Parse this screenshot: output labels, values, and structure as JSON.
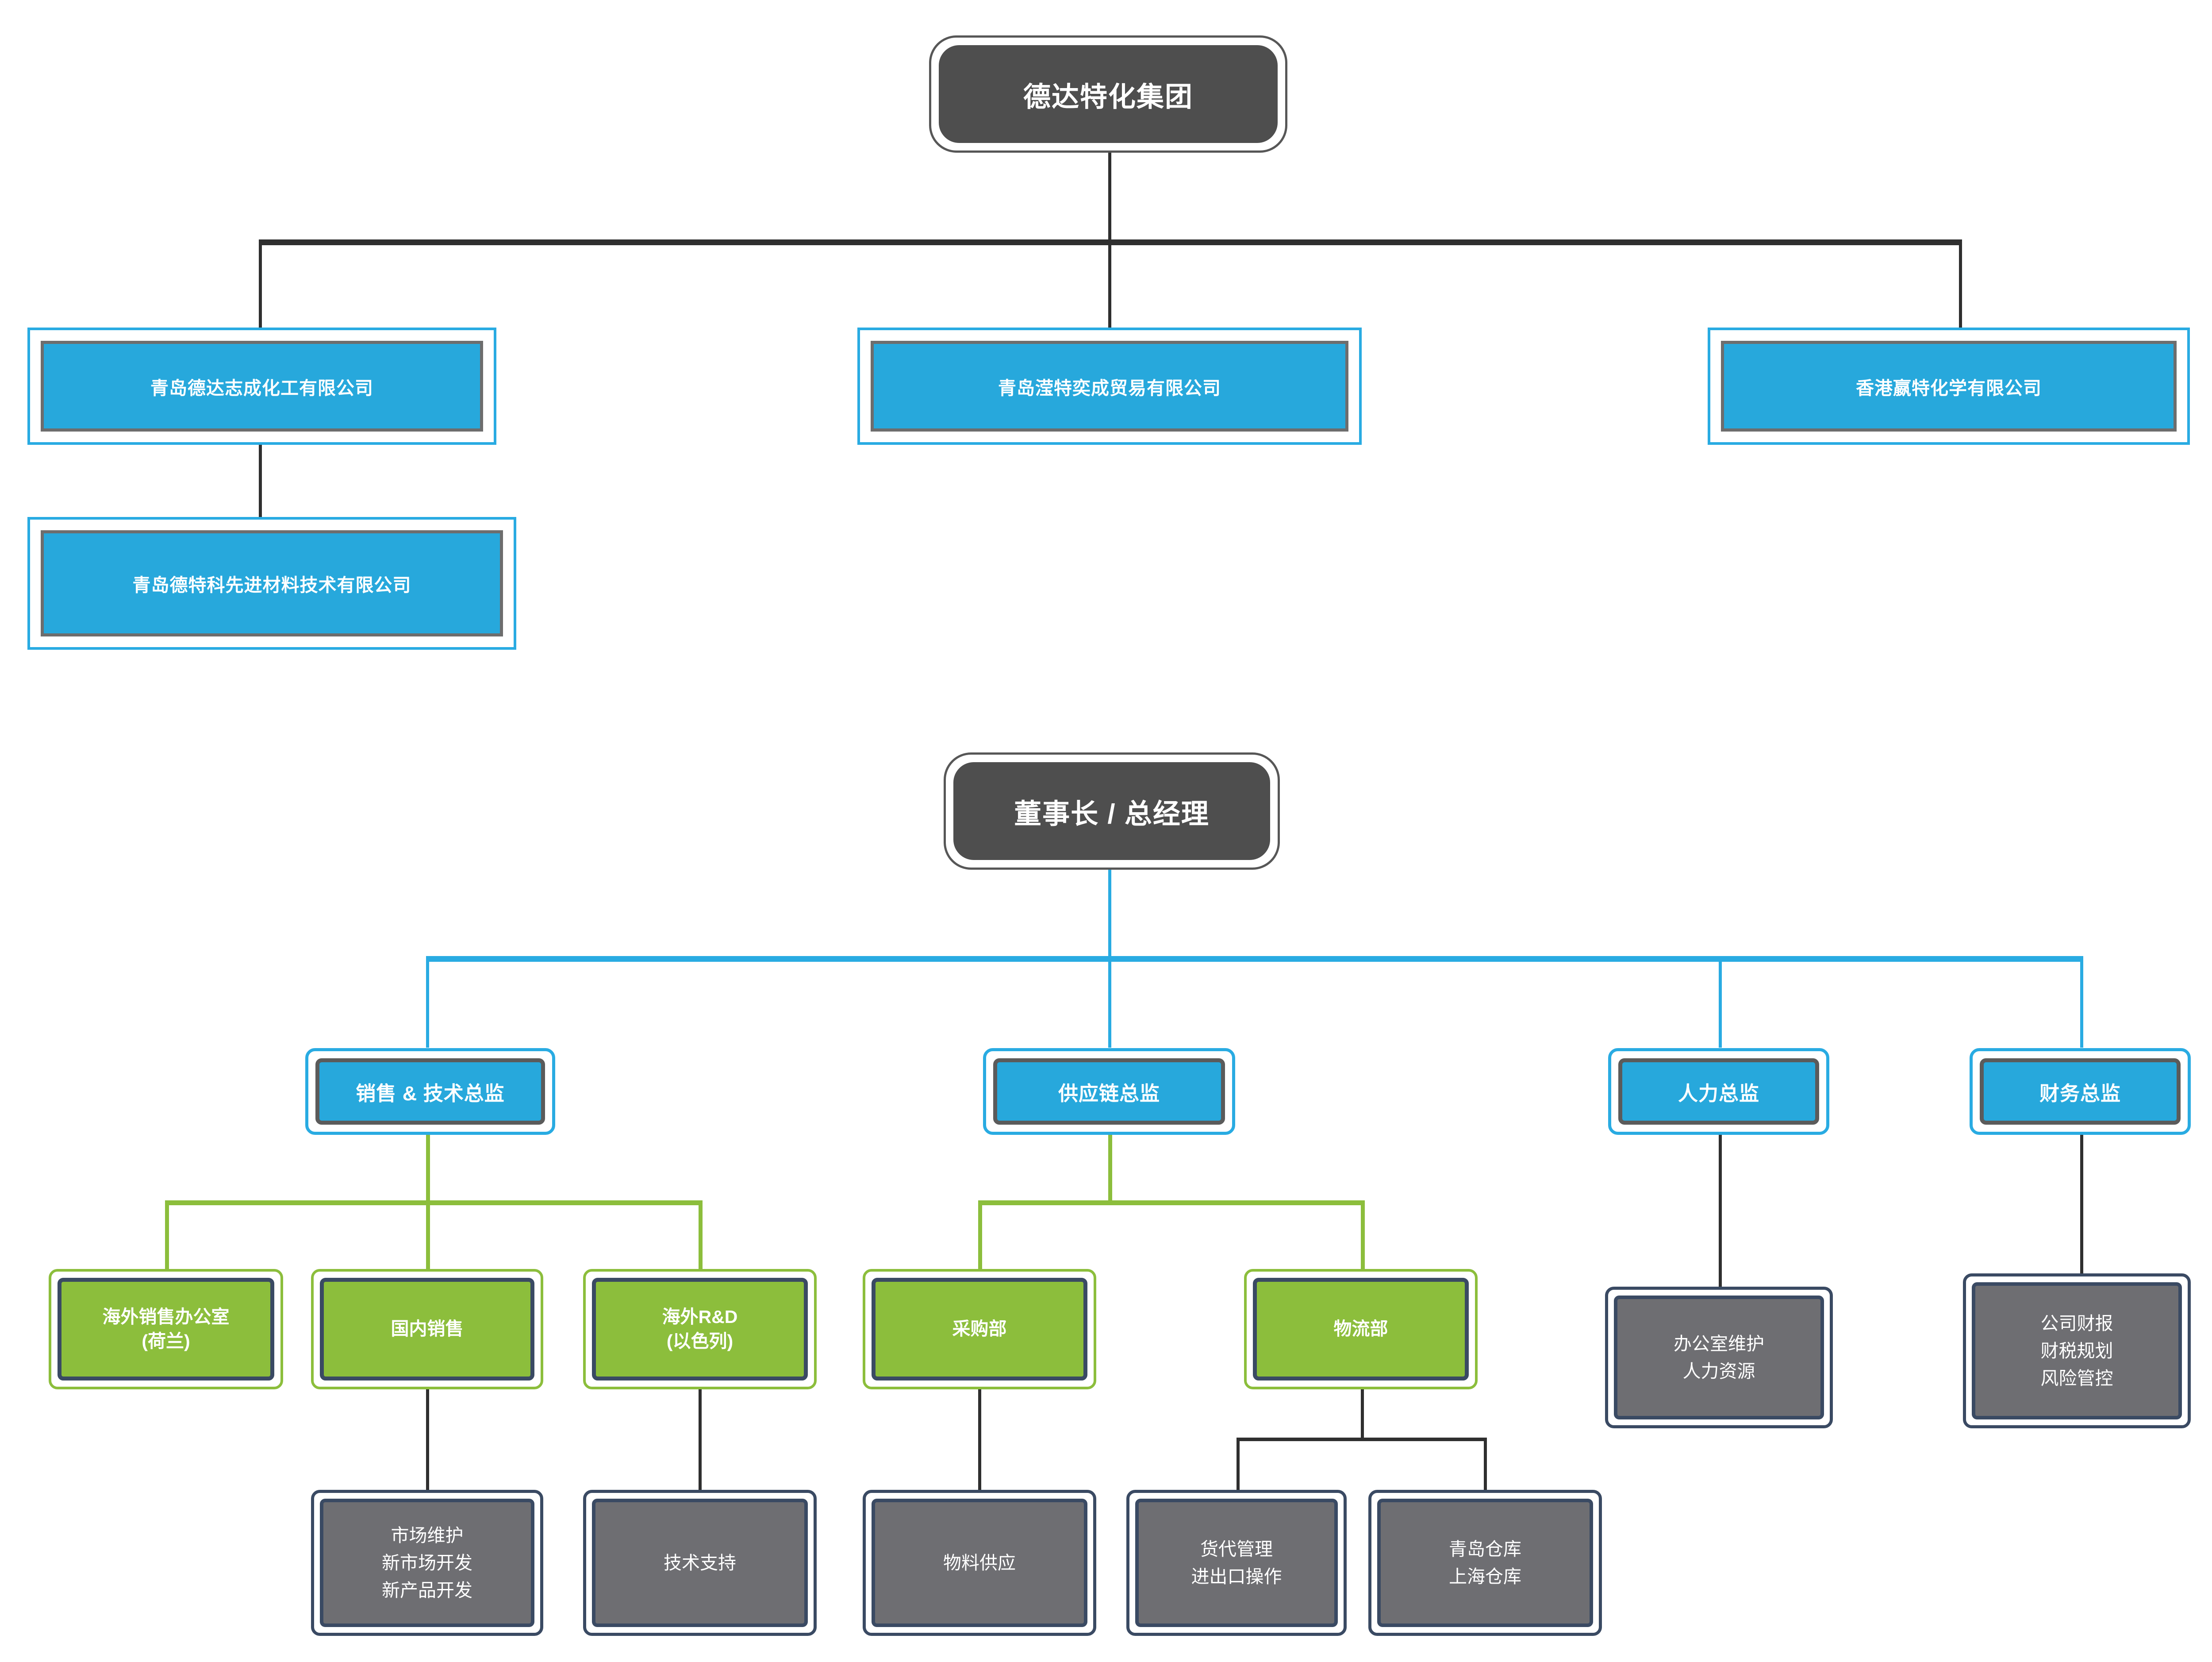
{
  "palette": {
    "blue": "#29ABE2",
    "blue_fill": "#27A8DC",
    "green": "#8CBE3C",
    "navy": "#3a4a63",
    "dark_gray": "#4e4e4e",
    "leaf_gray": "#6e6e72",
    "connector_dark": "#2f2f2f",
    "text_on_fill": "#ffffff"
  },
  "corporate_chart": {
    "root": {
      "label": "德达特化集团"
    },
    "subsidiaries": [
      {
        "label": "青岛德达志成化工有限公司"
      },
      {
        "label": "青岛滢特奕成贸易有限公司"
      },
      {
        "label": "香港嬴特化学有限公司"
      }
    ],
    "sub_subsidiary": {
      "label": "青岛德特科先进材料技术有限公司",
      "parent": "青岛德达志成化工有限公司"
    }
  },
  "management_chart": {
    "root": {
      "label": "董事长 / 总经理"
    },
    "directors": [
      {
        "label": "销售 & 技术总监"
      },
      {
        "label": "供应链总监"
      },
      {
        "label": "人力总监"
      },
      {
        "label": "财务总监"
      }
    ],
    "departments": [
      {
        "line1": "海外销售办公室",
        "line2": "(荷兰)"
      },
      {
        "line1": "国内销售",
        "line2": ""
      },
      {
        "line1": "海外R&D",
        "line2": "(以色列)"
      },
      {
        "line1": "采购部",
        "line2": ""
      },
      {
        "line1": "物流部",
        "line2": ""
      }
    ],
    "leaves": [
      {
        "lines": [
          "市场维护",
          "新市场开发",
          "新产品开发"
        ]
      },
      {
        "lines": [
          "技术支持"
        ]
      },
      {
        "lines": [
          "物料供应"
        ]
      },
      {
        "lines": [
          "货代管理",
          "进出口操作"
        ]
      },
      {
        "lines": [
          "青岛仓库",
          "上海仓库"
        ]
      },
      {
        "lines": [
          "办公室维护",
          "人力资源"
        ]
      },
      {
        "lines": [
          "公司财报",
          "财税规划",
          "风险管控"
        ]
      }
    ]
  }
}
